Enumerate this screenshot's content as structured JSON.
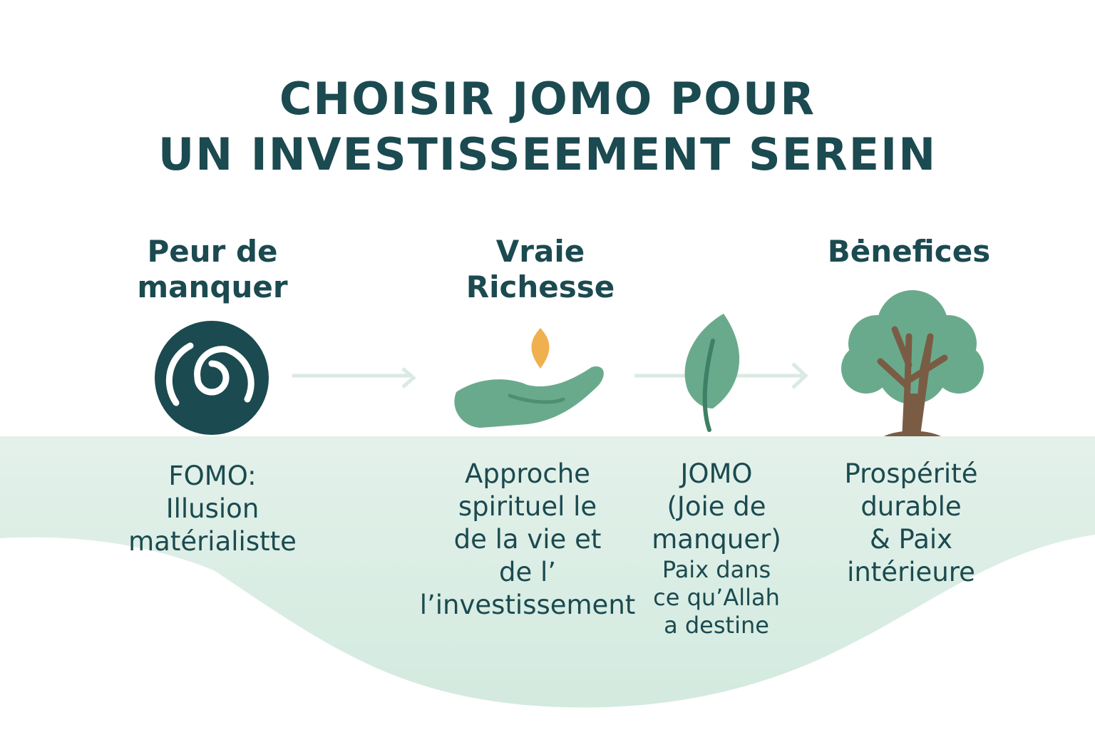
{
  "title": {
    "line1": "CHOISIR JOMO POUR",
    "line2": "UN INVESTISSEEMENT SEREIN"
  },
  "columns": [
    {
      "header": [
        "Peur de",
        "manquer"
      ],
      "icon": "spiral-icon",
      "text": [
        "FOMO:",
        "Illusion",
        "matérialistte"
      ]
    },
    {
      "header": [
        "Vraie",
        "Richesse"
      ],
      "icon": "hand-with-seed-icon",
      "text": [
        "Approche",
        "spirituel le",
        "de la vie et",
        "de l’",
        "l’investissement"
      ]
    },
    {
      "header": [],
      "icon": "leaf-icon",
      "text": [
        "JOMO",
        "(Joie de",
        "manquer)"
      ],
      "subtext": [
        "Paix dans",
        "ce qu’Allah",
        "a destine"
      ]
    },
    {
      "header": [
        "Bėnefices"
      ],
      "icon": "tree-icon",
      "text": [
        "Prospérité",
        "durable",
        "& Paix",
        "intérieure"
      ]
    }
  ],
  "colors": {
    "primary": "#1b4a50",
    "green": "#6aaa8c",
    "wave": "#d6ebe2",
    "seed": "#f0b050"
  }
}
